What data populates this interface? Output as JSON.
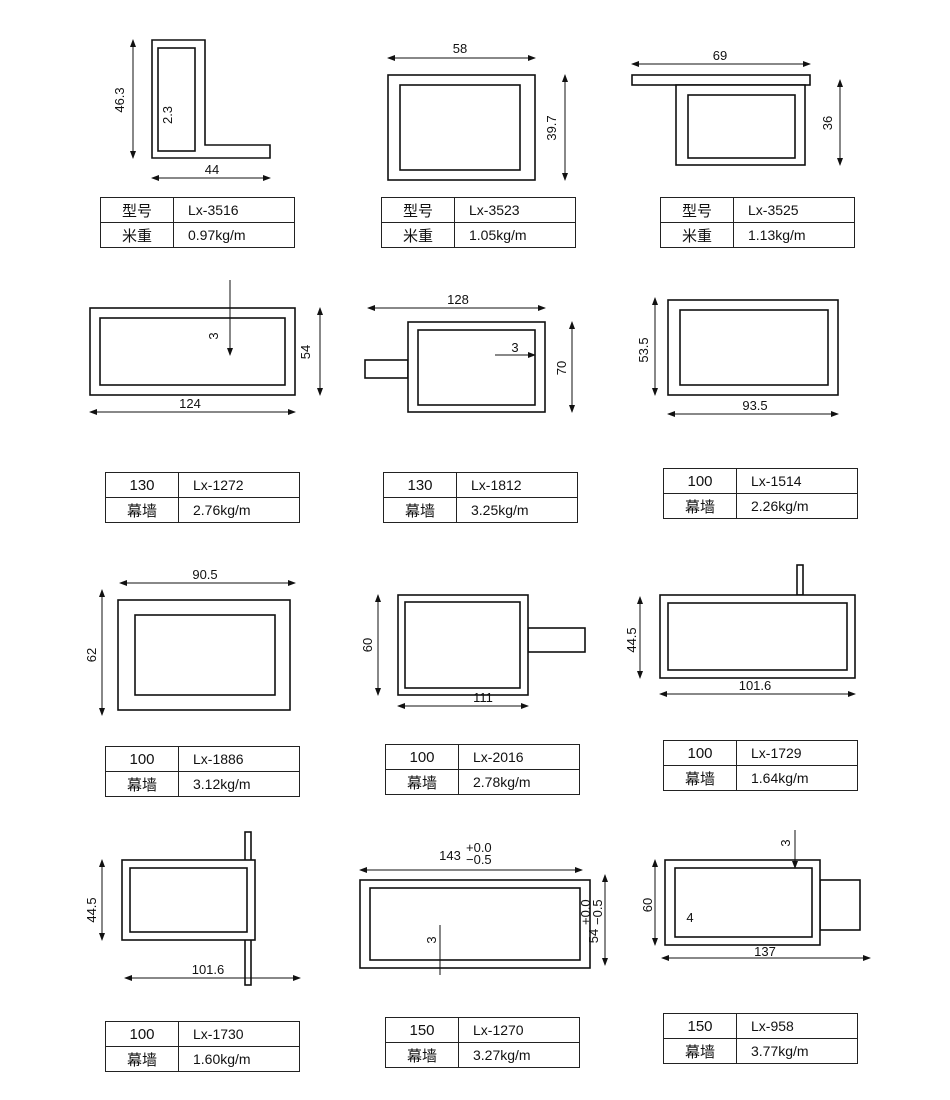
{
  "items": [
    {
      "model": "Lx-3516",
      "label1": "型号",
      "label2": "米重",
      "weight": "0.97kg/m",
      "dims": [
        "46.3",
        "2.3",
        "44"
      ]
    },
    {
      "model": "Lx-3523",
      "label1": "型号",
      "label2": "米重",
      "weight": "1.05kg/m",
      "dims": [
        "58",
        "39.7"
      ]
    },
    {
      "model": "Lx-3525",
      "label1": "型号",
      "label2": "米重",
      "weight": "1.13kg/m",
      "dims": [
        "69",
        "36"
      ]
    },
    {
      "model": "Lx-1272",
      "label1": "130",
      "label2": "幕墙",
      "weight": "2.76kg/m",
      "dims": [
        "3",
        "54",
        "124"
      ]
    },
    {
      "model": "Lx-1812",
      "label1": "130",
      "label2": "幕墙",
      "weight": "3.25kg/m",
      "dims": [
        "128",
        "3",
        "70"
      ]
    },
    {
      "model": "Lx-1514",
      "label1": "100",
      "label2": "幕墙",
      "weight": "2.26kg/m",
      "dims": [
        "53.5",
        "93.5"
      ]
    },
    {
      "model": "Lx-1886",
      "label1": "100",
      "label2": "幕墙",
      "weight": "3.12kg/m",
      "dims": [
        "90.5",
        "62"
      ]
    },
    {
      "model": "Lx-2016",
      "label1": "100",
      "label2": "幕墙",
      "weight": "2.78kg/m",
      "dims": [
        "60",
        "111"
      ]
    },
    {
      "model": "Lx-1729",
      "label1": "100",
      "label2": "幕墙",
      "weight": "1.64kg/m",
      "dims": [
        "44.5",
        "101.6"
      ]
    },
    {
      "model": "Lx-1730",
      "label1": "100",
      "label2": "幕墙",
      "weight": "1.60kg/m",
      "dims": [
        "44.5",
        "101.6"
      ]
    },
    {
      "model": "Lx-1270",
      "label1": "150",
      "label2": "幕墙",
      "weight": "3.27kg/m",
      "dims": [
        "143",
        "+0.0",
        "−0.5",
        "54",
        "+0.0",
        "−0.5",
        "3"
      ]
    },
    {
      "model": "Lx-958",
      "label1": "150",
      "label2": "幕墙",
      "weight": "3.77kg/m",
      "dims": [
        "3",
        "60",
        "4",
        "137"
      ]
    }
  ]
}
